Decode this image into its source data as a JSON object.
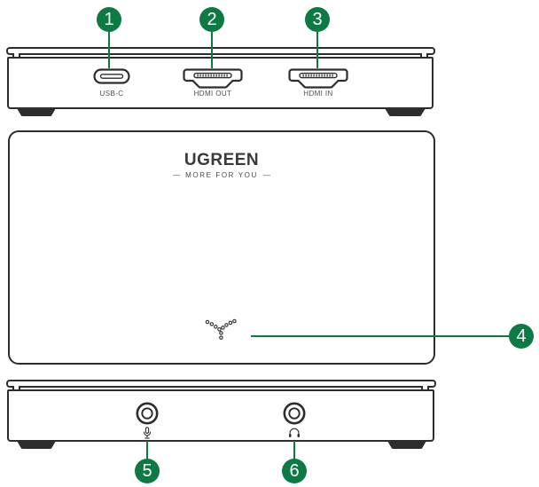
{
  "colors": {
    "accent_green": "#0d7a44",
    "outline_dark": "#2d2d2d",
    "label_gray": "#4f4f4f"
  },
  "brand": {
    "name": "UGREEN",
    "tagline": "MORE FOR YOU",
    "tagline_dash": "—"
  },
  "rear_view": {
    "ports": [
      {
        "label": "USB-C",
        "type": "usb-c-port",
        "callout": "1"
      },
      {
        "label": "HDMI OUT",
        "type": "hdmi-port",
        "callout": "2"
      },
      {
        "label": "HDMI IN",
        "type": "hdmi-port",
        "callout": "3"
      }
    ]
  },
  "top_view": {
    "feature": "vent-hole-pattern",
    "callout": "4"
  },
  "front_view": {
    "jacks": [
      {
        "icon": "microphone-icon",
        "type": "audio-jack",
        "callout": "5"
      },
      {
        "icon": "headphone-icon",
        "type": "audio-jack",
        "callout": "6"
      }
    ]
  },
  "callouts": {
    "badges": [
      "1",
      "2",
      "3",
      "4",
      "5",
      "6"
    ]
  }
}
